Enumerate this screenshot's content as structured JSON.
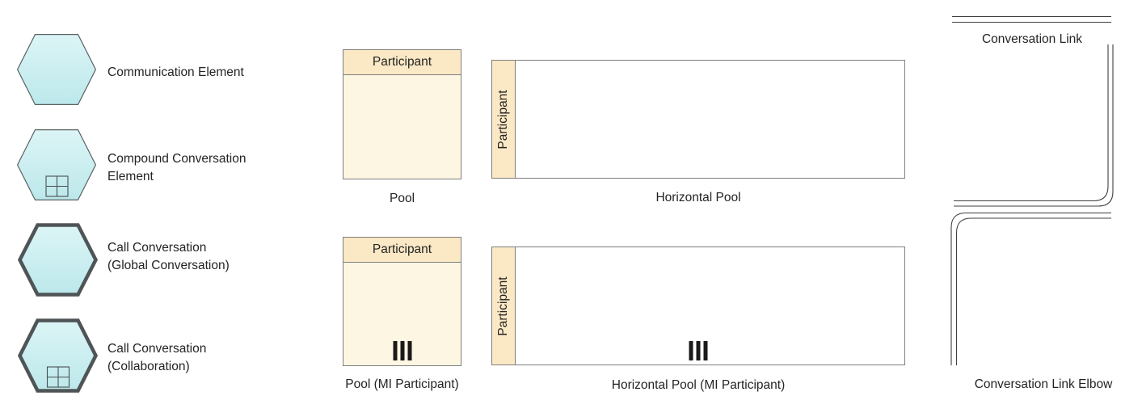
{
  "elements": {
    "communication": {
      "line1": "Communication Element"
    },
    "compound": {
      "line1": "Compound Conversation",
      "line2": "Element"
    },
    "call_global": {
      "line1": "Call Conversation",
      "line2": "(Global Conversation)"
    },
    "call_collab": {
      "line1": "Call Conversation",
      "line2": "(Collaboration)"
    }
  },
  "pools": {
    "pool": {
      "caption": "Pool",
      "participant": "Participant"
    },
    "horizontal_pool": {
      "caption": "Horizontal Pool",
      "participant": "Participant"
    },
    "pool_mi": {
      "caption": "Pool (MI Participant)",
      "participant": "Participant"
    },
    "horizontal_pool_mi": {
      "caption": "Horizontal Pool (MI Participant)",
      "participant": "Participant"
    }
  },
  "links": {
    "conversation_link": {
      "caption": "Conversation Link"
    },
    "conversation_link_elbow": {
      "caption": "Conversation Link Elbow"
    }
  },
  "colors": {
    "hex_fill_top": "#dcf5f6",
    "hex_fill_bottom": "#bce8eb",
    "hex_stroke_thin": "#5a6163",
    "hex_stroke_thick": "#4f5456",
    "pool_header": "#fbe8c5",
    "pool_body": "#fdf6e3",
    "pool_border": "#7e7e7e",
    "link_stroke": "#3f3f3f",
    "text": "#242424"
  }
}
